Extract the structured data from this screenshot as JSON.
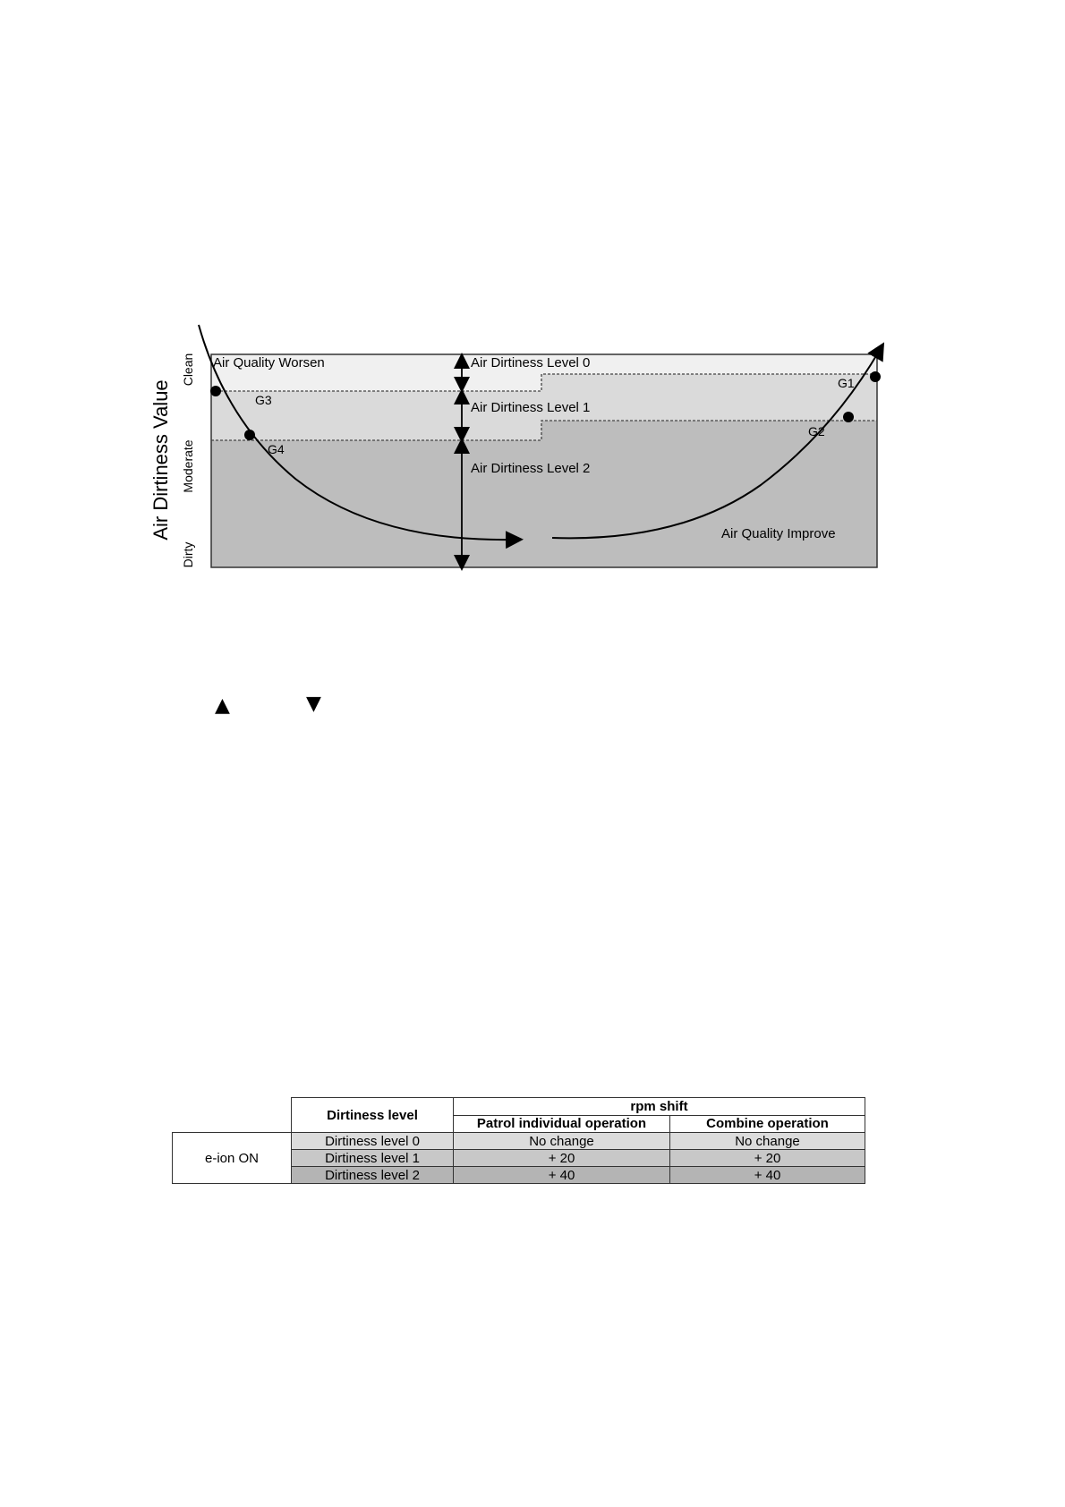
{
  "diagram": {
    "y_title": "Air Dirtiness Value",
    "y_ticks": [
      "Clean",
      "Moderate",
      "Dirty"
    ],
    "worsen_label": "Air Quality Worsen",
    "improve_label": "Air Quality Improve",
    "levels": [
      "Air Dirtiness Level 0",
      "Air Dirtiness Level 1",
      "Air Dirtiness Level 2"
    ],
    "points": [
      "G1",
      "G2",
      "G3",
      "G4"
    ],
    "band_colors": {
      "level0": "#f0f0f0",
      "level1": "#dadada",
      "level2": "#bdbdbd"
    }
  },
  "symbols": {
    "up": "▲",
    "down": "▼"
  },
  "table": {
    "dirtiness_header": "Dirtiness level",
    "rpm_header": "rpm shift",
    "col_patrol": "Patrol individual operation",
    "col_combine": "Combine operation",
    "row_header": "e-ion ON",
    "rows": [
      {
        "level": "Dirtiness level 0",
        "patrol": "No change",
        "combine": "No change"
      },
      {
        "level": "Dirtiness level 1",
        "patrol": "+ 20",
        "combine": "+ 20"
      },
      {
        "level": "Dirtiness level 2",
        "patrol": "+ 40",
        "combine": "+ 40"
      }
    ]
  }
}
